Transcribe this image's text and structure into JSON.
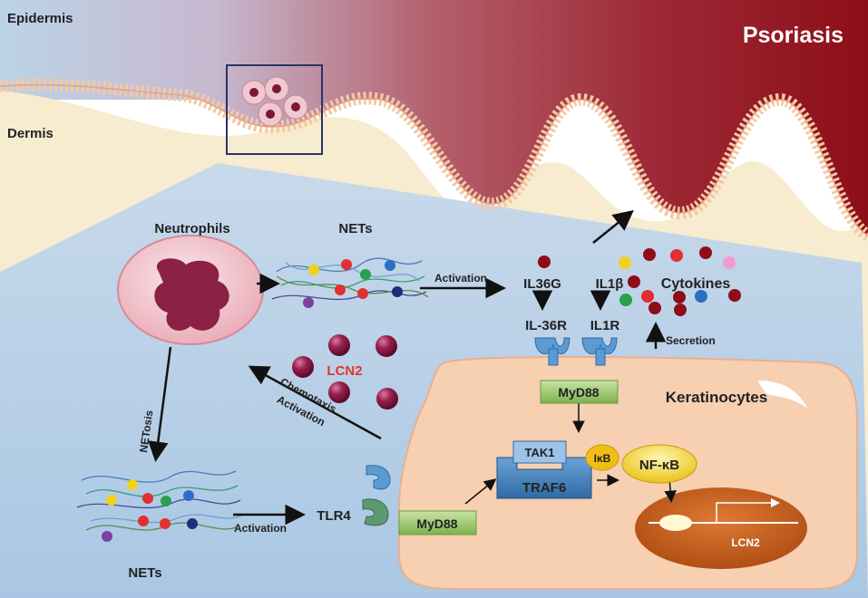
{
  "regions": {
    "epidermis": "Epidermis",
    "dermis": "Dermis",
    "disease": "Psoriasis"
  },
  "cells": {
    "neutrophils": "Neutrophils",
    "keratinocytes": "Keratinocytes"
  },
  "nets_top": "NETs",
  "nets_bottom": "NETs",
  "process": {
    "netosis": "NETosis",
    "activation_top": "Activation",
    "activation_bottom": "Activation",
    "chemotaxis": "Chemotaxis",
    "chemotaxis_activation": "Activation",
    "secretion": "Secretion"
  },
  "molecules": {
    "lcn2": "LCN2",
    "il36g": "IL36G",
    "il36r": "IL-36R",
    "il1b": "IL1β",
    "il1r": "IL1R",
    "cytokines": "Cytokines",
    "myd88_top": "MyD88",
    "myd88_bottom": "MyD88",
    "tlr4": "TLR4",
    "tak1": "TAK1",
    "traf6": "TRAF6",
    "ikb": "IκB",
    "nfkb": "NF-κB",
    "lcn2_gene": "LCN2"
  },
  "colors": {
    "disease_label": "#ffffff",
    "lcn2_label": "#e5322d",
    "dermis_red": "#9b1b1f",
    "keratinocyte_fill": "#f7cfb1",
    "myd88_fill": "#9bc76a",
    "traf6_fill": "#3f83c2",
    "nfkb_fill": "#f2d31b",
    "nucleus_fill": "#c65a1d"
  }
}
